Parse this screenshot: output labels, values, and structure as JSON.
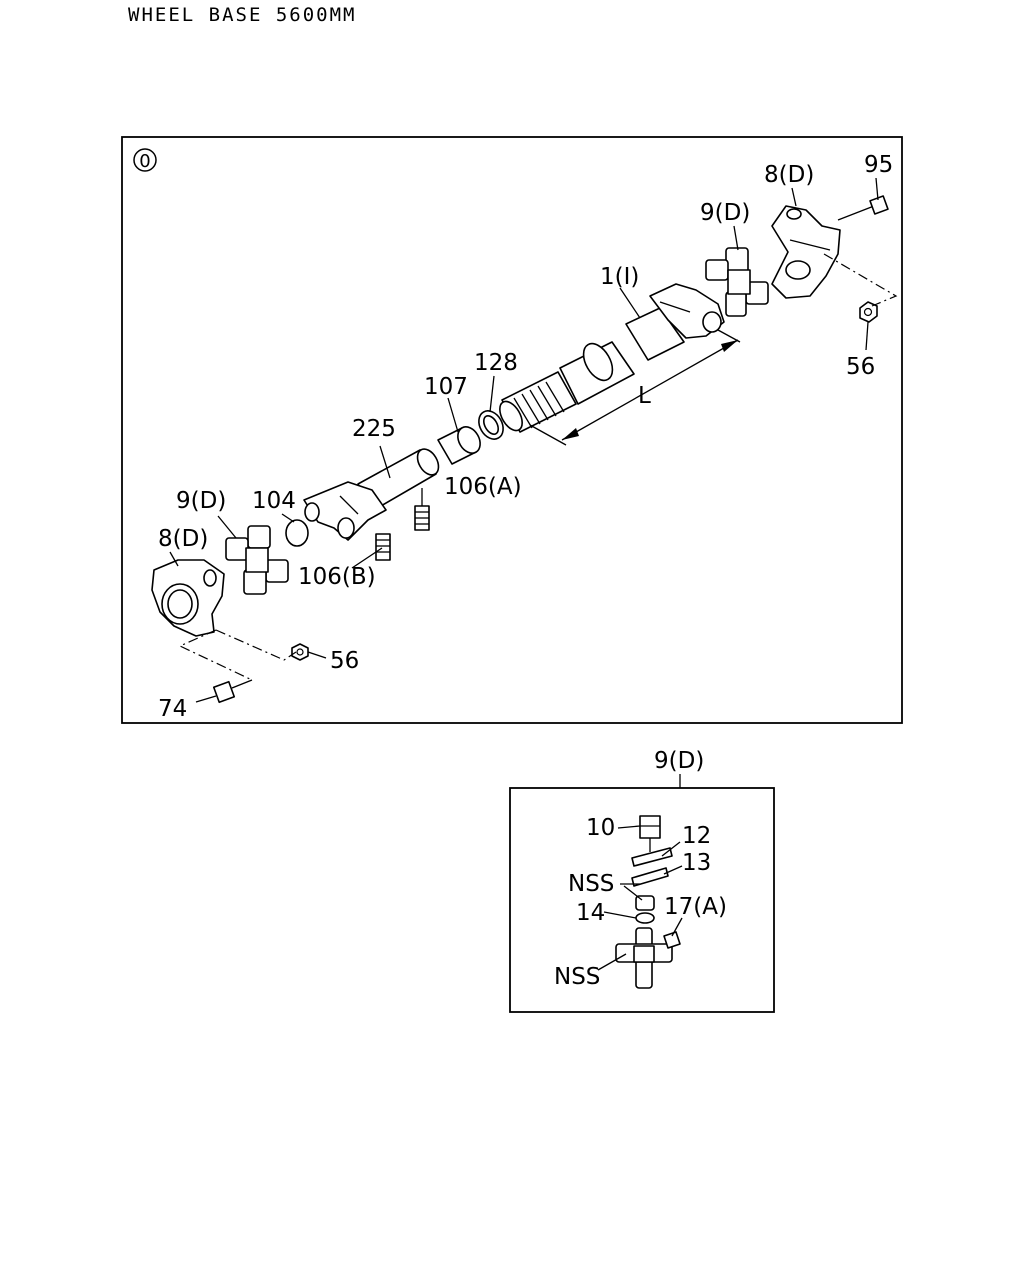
{
  "header": {
    "title": "WHEEL BASE 5600MM"
  },
  "main_view": {
    "view_marker": "0",
    "dimension_label": "L",
    "callouts": {
      "c95": "95",
      "c8d_right": "8(D)",
      "c9d_right": "9(D)",
      "c1i": "1(I)",
      "c56_right": "56",
      "c128": "128",
      "c107": "107",
      "c225": "225",
      "c106a": "106(A)",
      "c104": "104",
      "c9d_left": "9(D)",
      "c8d_left": "8(D)",
      "c106b": "106(B)",
      "c56_left": "56",
      "c74": "74"
    }
  },
  "detail_view": {
    "title": "9(D)",
    "callouts": {
      "c10": "10",
      "c12": "12",
      "c13": "13",
      "nss_top": "NSS",
      "c14": "14",
      "c17a": "17(A)",
      "nss_bottom": "NSS"
    }
  }
}
